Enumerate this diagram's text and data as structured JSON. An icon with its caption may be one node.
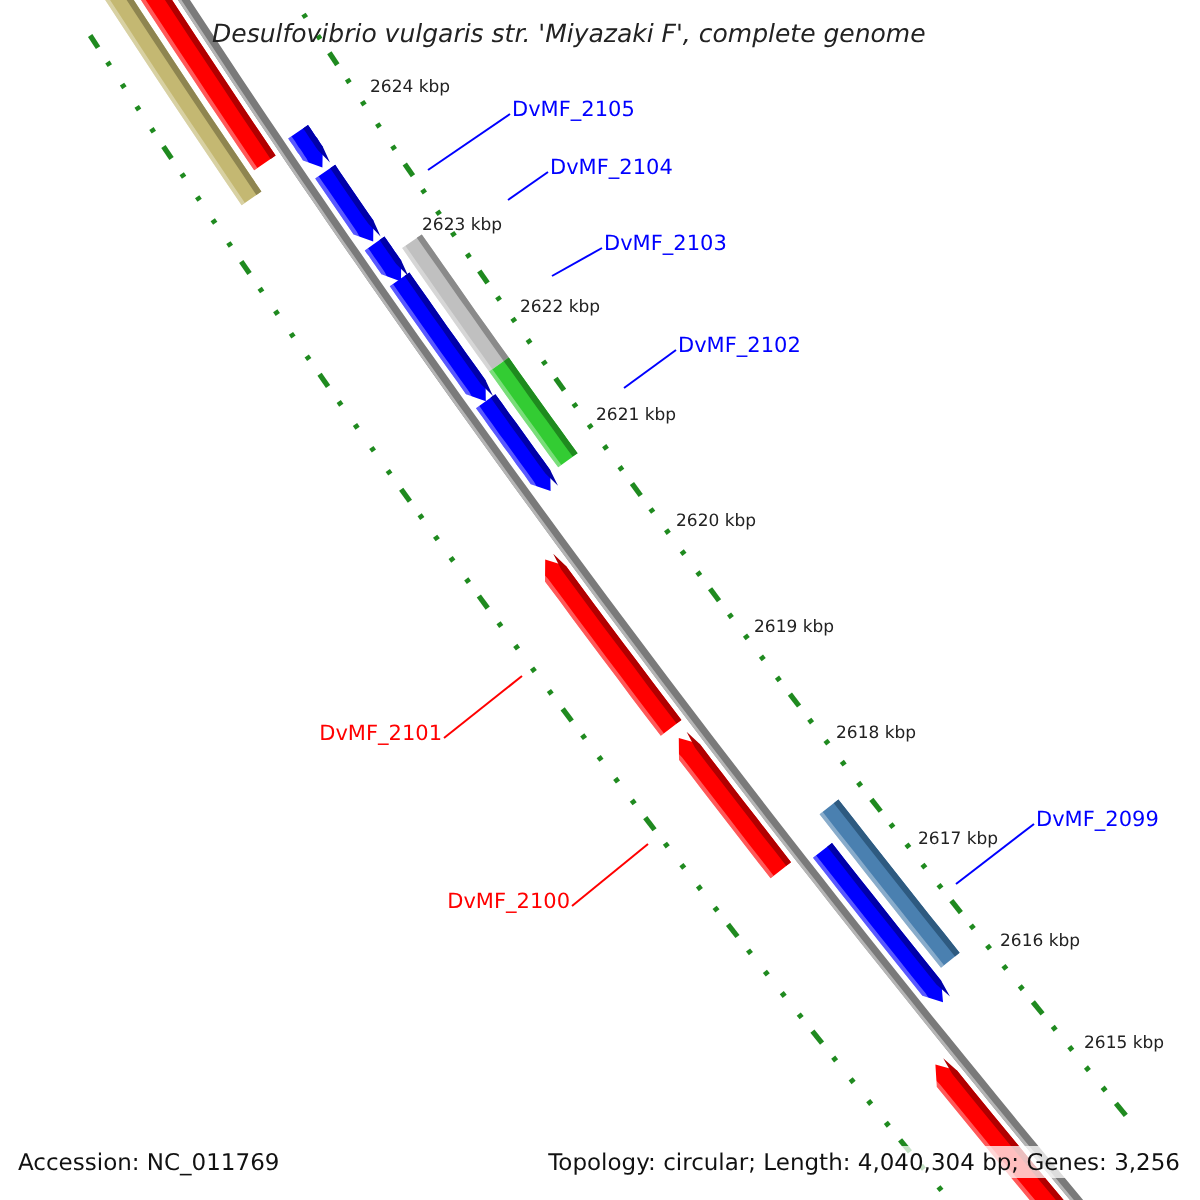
{
  "diagram": {
    "title": "Desulfovibrio vulgaris str. 'Miyazaki F', complete genome",
    "nodes": [
      {
        "text": [
          "DvMF_2105"
        ]
      },
      {
        "text": [
          "DvMF_2104"
        ]
      },
      {
        "text": [
          "DvMF_2103"
        ]
      },
      {
        "text": [
          "DvMF_2102"
        ]
      },
      {
        "text": [
          "DvMF_2101"
        ]
      },
      {
        "text": [
          "DvMF_2099"
        ]
      },
      {
        "text": [
          "DvMF_2100"
        ]
      }
    ],
    "edges": [
      {
        "from": 0,
        "to": null,
        "arrow": "none"
      },
      {
        "from": 1,
        "to": null,
        "arrow": "none"
      },
      {
        "from": 2,
        "to": null,
        "arrow": "none"
      },
      {
        "from": 3,
        "to": null,
        "arrow": "none"
      },
      {
        "from": 4,
        "to": null,
        "arrow": "none",
        "color": "#ff0000"
      },
      {
        "from": 5,
        "to": null,
        "arrow": "none"
      },
      {
        "from": 6,
        "to": null,
        "arrow": "none",
        "color": "#ff0000"
      }
    ],
    "labels": [
      "2624 kbp",
      "2623 kbp",
      "2622 kbp",
      "2621 kbp",
      "2620 kbp",
      "2619 kbp",
      "2618 kbp",
      "2617 kbp",
      "2616 kbp",
      "2615 kbp",
      "Accession: NC_011769",
      "Topology: circular; Length: 4,040,304 bp; Genes: 3,256"
    ]
  }
}
